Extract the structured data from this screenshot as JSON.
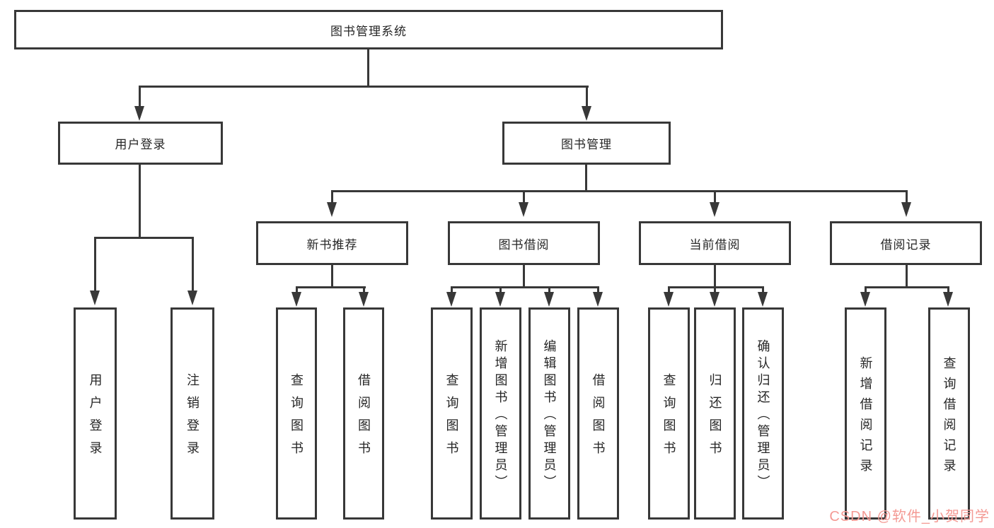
{
  "root": {
    "label": "图书管理系统"
  },
  "branches": {
    "user_login": {
      "label": "用户登录",
      "children": [
        {
          "label": "用户登录"
        },
        {
          "label": "注销登录"
        }
      ]
    },
    "book_mgmt": {
      "label": "图书管理",
      "children": [
        {
          "label": "新书推荐",
          "children": [
            {
              "label": "查询图书"
            },
            {
              "label": "借阅图书"
            }
          ]
        },
        {
          "label": "图书借阅",
          "children": [
            {
              "label": "查询图书"
            },
            {
              "label": "新增图书（管理员）"
            },
            {
              "label": "编辑图书（管理员）"
            },
            {
              "label": "借阅图书"
            }
          ]
        },
        {
          "label": "当前借阅",
          "children": [
            {
              "label": "查询图书"
            },
            {
              "label": "归还图书"
            },
            {
              "label": "确认归还（管理员）"
            }
          ]
        },
        {
          "label": "借阅记录",
          "children": [
            {
              "label": "新增借阅记录"
            },
            {
              "label": "查询借阅记录"
            }
          ]
        }
      ]
    }
  },
  "watermark": {
    "text": "CSDN @软件_小贺同学",
    "color": "#f49a94"
  },
  "colors": {
    "line": "#383838",
    "background": "#ffffff",
    "text": "#262626"
  }
}
